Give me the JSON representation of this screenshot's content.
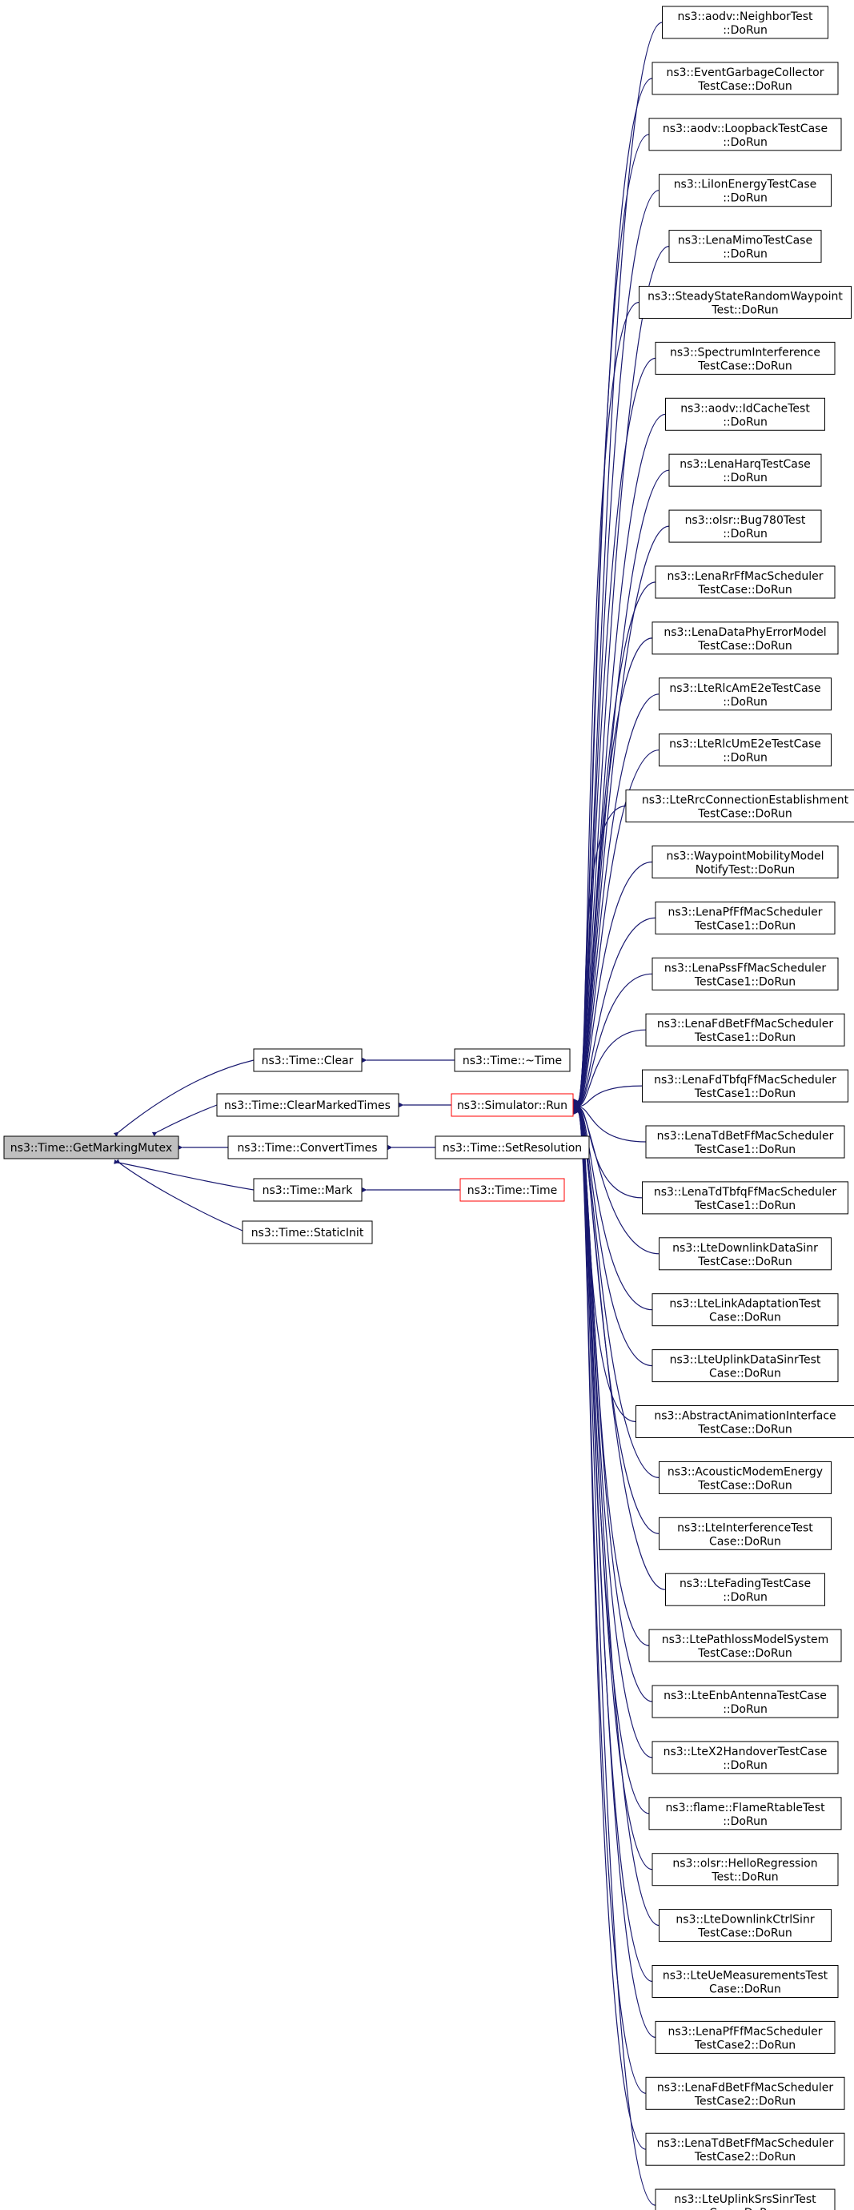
{
  "colors": {
    "edge": "#191970",
    "box_border": "#000000",
    "root_fill": "#bfbfbf",
    "red_border": "#ff0000",
    "background": "#ffffff"
  },
  "root": {
    "label": "ns3::Time::GetMarkingMutex"
  },
  "callers": [
    {
      "id": "clear",
      "label": "ns3::Time::Clear"
    },
    {
      "id": "clearmarked",
      "label": "ns3::Time::ClearMarkedTimes"
    },
    {
      "id": "convert",
      "label": "ns3::Time::ConvertTimes"
    },
    {
      "id": "mark",
      "label": "ns3::Time::Mark"
    },
    {
      "id": "staticinit",
      "label": "ns3::Time::StaticInit"
    }
  ],
  "second_level": [
    {
      "id": "dtor",
      "label": "ns3::Time::~Time",
      "red": false
    },
    {
      "id": "simrun",
      "label": "ns3::Simulator::Run",
      "red": true
    },
    {
      "id": "setres",
      "label": "ns3::Time::SetResolution",
      "red": false
    },
    {
      "id": "ctor",
      "label": "ns3::Time::Time",
      "red": true
    }
  ],
  "test_cases": [
    {
      "lines": [
        "ns3::aodv::NeighborTest",
        "::DoRun"
      ]
    },
    {
      "lines": [
        "ns3::EventGarbageCollector",
        "TestCase::DoRun"
      ]
    },
    {
      "lines": [
        "ns3::aodv::LoopbackTestCase",
        "::DoRun"
      ]
    },
    {
      "lines": [
        "ns3::LiIonEnergyTestCase",
        "::DoRun"
      ]
    },
    {
      "lines": [
        "ns3::LenaMimoTestCase",
        "::DoRun"
      ]
    },
    {
      "lines": [
        "ns3::SteadyStateRandomWaypoint",
        "Test::DoRun"
      ]
    },
    {
      "lines": [
        "ns3::SpectrumInterference",
        "TestCase::DoRun"
      ]
    },
    {
      "lines": [
        "ns3::aodv::IdCacheTest",
        "::DoRun"
      ]
    },
    {
      "lines": [
        "ns3::LenaHarqTestCase",
        "::DoRun"
      ]
    },
    {
      "lines": [
        "ns3::olsr::Bug780Test",
        "::DoRun"
      ]
    },
    {
      "lines": [
        "ns3::LenaRrFfMacScheduler",
        "TestCase::DoRun"
      ]
    },
    {
      "lines": [
        "ns3::LenaDataPhyErrorModel",
        "TestCase::DoRun"
      ]
    },
    {
      "lines": [
        "ns3::LteRlcAmE2eTestCase",
        "::DoRun"
      ]
    },
    {
      "lines": [
        "ns3::LteRlcUmE2eTestCase",
        "::DoRun"
      ]
    },
    {
      "lines": [
        "ns3::LteRrcConnectionEstablishment",
        "TestCase::DoRun"
      ]
    },
    {
      "lines": [
        "ns3::WaypointMobilityModel",
        "NotifyTest::DoRun"
      ]
    },
    {
      "lines": [
        "ns3::LenaPfFfMacScheduler",
        "TestCase1::DoRun"
      ]
    },
    {
      "lines": [
        "ns3::LenaPssFfMacScheduler",
        "TestCase1::DoRun"
      ]
    },
    {
      "lines": [
        "ns3::LenaFdBetFfMacScheduler",
        "TestCase1::DoRun"
      ]
    },
    {
      "lines": [
        "ns3::LenaFdTbfqFfMacScheduler",
        "TestCase1::DoRun"
      ]
    },
    {
      "lines": [
        "ns3::LenaTdBetFfMacScheduler",
        "TestCase1::DoRun"
      ]
    },
    {
      "lines": [
        "ns3::LenaTdTbfqFfMacScheduler",
        "TestCase1::DoRun"
      ]
    },
    {
      "lines": [
        "ns3::LteDownlinkDataSinr",
        "TestCase::DoRun"
      ]
    },
    {
      "lines": [
        "ns3::LteLinkAdaptationTest",
        "Case::DoRun"
      ]
    },
    {
      "lines": [
        "ns3::LteUplinkDataSinrTest",
        "Case::DoRun"
      ]
    },
    {
      "lines": [
        "ns3::AbstractAnimationInterface",
        "TestCase::DoRun"
      ]
    },
    {
      "lines": [
        "ns3::AcousticModemEnergy",
        "TestCase::DoRun"
      ]
    },
    {
      "lines": [
        "ns3::LteInterferenceTest",
        "Case::DoRun"
      ]
    },
    {
      "lines": [
        "ns3::LteFadingTestCase",
        "::DoRun"
      ]
    },
    {
      "lines": [
        "ns3::LtePathlossModelSystem",
        "TestCase::DoRun"
      ]
    },
    {
      "lines": [
        "ns3::LteEnbAntennaTestCase",
        "::DoRun"
      ]
    },
    {
      "lines": [
        "ns3::LteX2HandoverTestCase",
        "::DoRun"
      ]
    },
    {
      "lines": [
        "ns3::flame::FlameRtableTest",
        "::DoRun"
      ]
    },
    {
      "lines": [
        "ns3::olsr::HelloRegression",
        "Test::DoRun"
      ]
    },
    {
      "lines": [
        "ns3::LteDownlinkCtrlSinr",
        "TestCase::DoRun"
      ]
    },
    {
      "lines": [
        "ns3::LteUeMeasurementsTest",
        "Case::DoRun"
      ]
    },
    {
      "lines": [
        "ns3::LenaPfFfMacScheduler",
        "TestCase2::DoRun"
      ]
    },
    {
      "lines": [
        "ns3::LenaFdBetFfMacScheduler",
        "TestCase2::DoRun"
      ]
    },
    {
      "lines": [
        "ns3::LenaTdBetFfMacScheduler",
        "TestCase2::DoRun"
      ]
    },
    {
      "lines": [
        "ns3::LteUplinkSrsSinrTest",
        "Case::DoRun"
      ]
    }
  ]
}
